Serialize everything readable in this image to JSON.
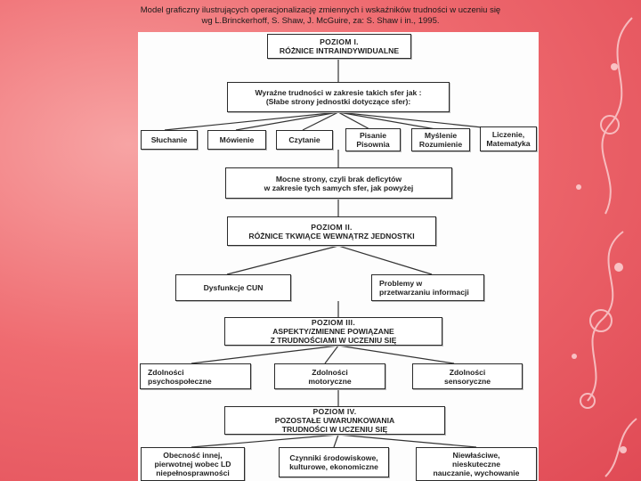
{
  "caption": {
    "line1": "Model graficzny ilustrujących operacjonalizację zmiennych i wskaźników trudności w uczeniu się",
    "line2": "wg L.Brinckerhoff, S. Shaw, J. McGuire, za: S. Shaw i in., 1995."
  },
  "diagram": {
    "level1": {
      "line1": "POZIOM I.",
      "line2": "RÓŻNICE INTRAINDYWIDUALNE"
    },
    "difficulties": {
      "line1": "Wyraźne trudności w zakresie takich sfer jak :",
      "line2": "(Słabe strony jednostki dotyczące sfer):"
    },
    "spheres": [
      {
        "line1": "Słuchanie",
        "line2": ""
      },
      {
        "line1": "Mówienie",
        "line2": ""
      },
      {
        "line1": "Czytanie",
        "line2": ""
      },
      {
        "line1": "Pisanie",
        "line2": "Pisownia"
      },
      {
        "line1": "Myślenie",
        "line2": "Rozumienie"
      },
      {
        "line1": "Liczenie,",
        "line2": "Matematyka"
      }
    ],
    "strengths": {
      "line1": "Mocne strony, czyli brak deficytów",
      "line2": "w zakresie tych samych sfer, jak powyżej"
    },
    "level2": {
      "line1": "POZIOM II.",
      "line2": "RÓŻNICE TKWIĄCE WEWNĄTRZ JEDNOSTKI"
    },
    "level2_items": [
      {
        "line1": "Dysfunkcje CUN",
        "line2": ""
      },
      {
        "line1": "Problemy w",
        "line2": "przetwarzaniu informacji"
      }
    ],
    "level3": {
      "line1": "POZIOM III.",
      "line2": "ASPEKTY/ZMIENNE POWIĄZANE",
      "line3": "Z TRUDNOŚCIAMI W UCZENIU SIĘ"
    },
    "level3_items": [
      {
        "line1": "Zdolności",
        "line2": "psychospołeczne"
      },
      {
        "line1": "Zdolności",
        "line2": "motoryczne"
      },
      {
        "line1": "Zdolności",
        "line2": "sensoryczne"
      }
    ],
    "level4": {
      "line1": "POZIOM IV.",
      "line2": "POZOSTAŁE UWARUNKOWANIA",
      "line3": "TRUDNOŚCI W UCZENIU SIĘ"
    },
    "level4_items": [
      {
        "line1": "Obecność innej,",
        "line2": "pierwotnej wobec LD",
        "line3": "niepełnosprawności"
      },
      {
        "line1": "Czynniki środowiskowe,",
        "line2": "kulturowe, ekonomiczne",
        "line3": ""
      },
      {
        "line1": "Niewłaściwe,",
        "line2": "nieskuteczne",
        "line3": "nauczanie, wychowanie"
      }
    ]
  },
  "colors": {
    "background": "#ef6b70",
    "sheet": "#fdfdfd",
    "border": "#2a2a2a"
  }
}
